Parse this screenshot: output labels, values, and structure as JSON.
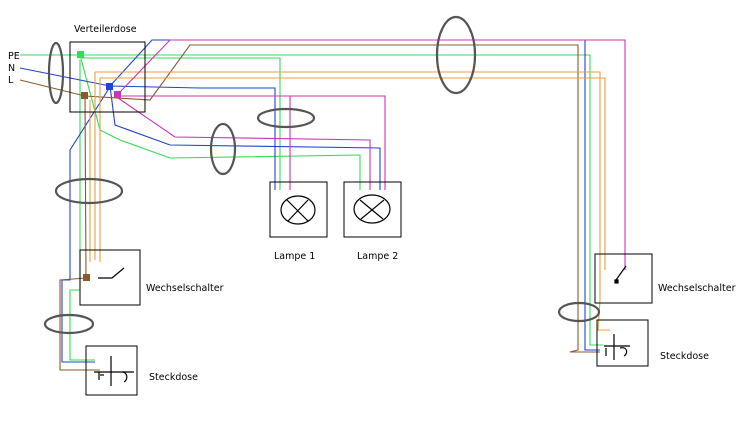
{
  "labels": {
    "distributor": "Verteilerdose",
    "pe": "PE",
    "n": "N",
    "l": "L",
    "lamp1": "Lampe 1",
    "lamp2": "Lampe 2",
    "switch_left": "Wechselschalter",
    "socket_left": "Steckdose",
    "switch_right": "Wechselschalter",
    "socket_right": "Steckdose"
  },
  "colors": {
    "protective_earth": "#33dd55",
    "neutral": "#2244cc",
    "phase": "#8b5a2b",
    "traveler_orange": "#e8a040",
    "switched_magenta": "#cc33bb",
    "cable_bundle": "#555555",
    "box_outline": "#000000"
  },
  "icons": {
    "lamp": "lamp-x-symbol",
    "switch": "changeover-switch-symbol",
    "socket": "socket-outlet-symbol",
    "terminal": "terminal-dot"
  }
}
